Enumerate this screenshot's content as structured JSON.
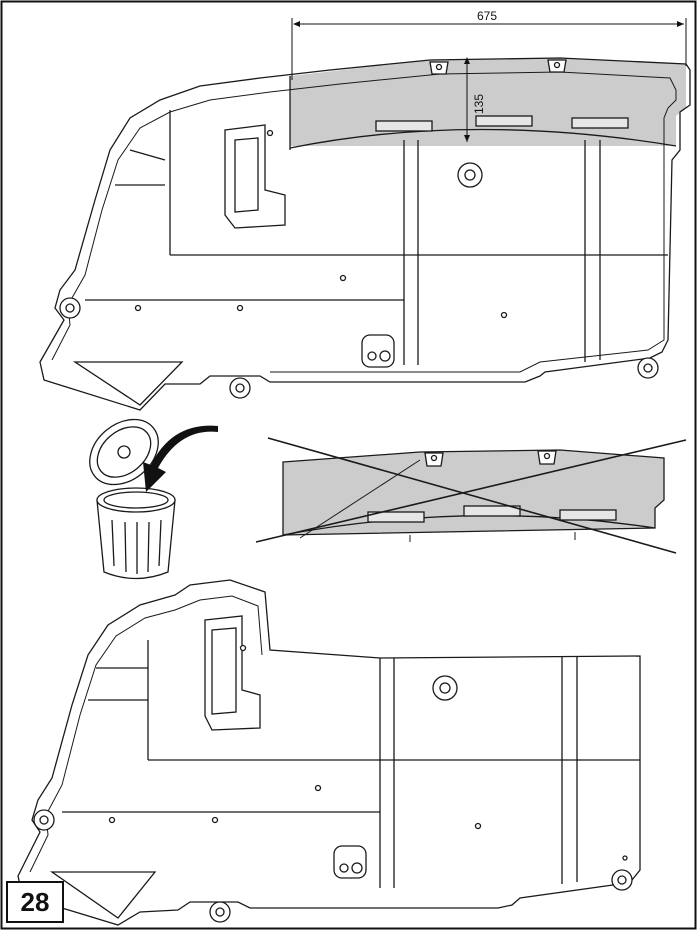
{
  "figure": {
    "number": "28"
  },
  "dimensions": {
    "width_value": "675",
    "height_value": "135"
  },
  "colors": {
    "outline": "#1a1a1a",
    "panel_fill": "#cccccc",
    "cross": "#1a1a1a"
  },
  "icons": {
    "dispose": "trash-bin-icon",
    "discard": "cross-out-icon"
  }
}
